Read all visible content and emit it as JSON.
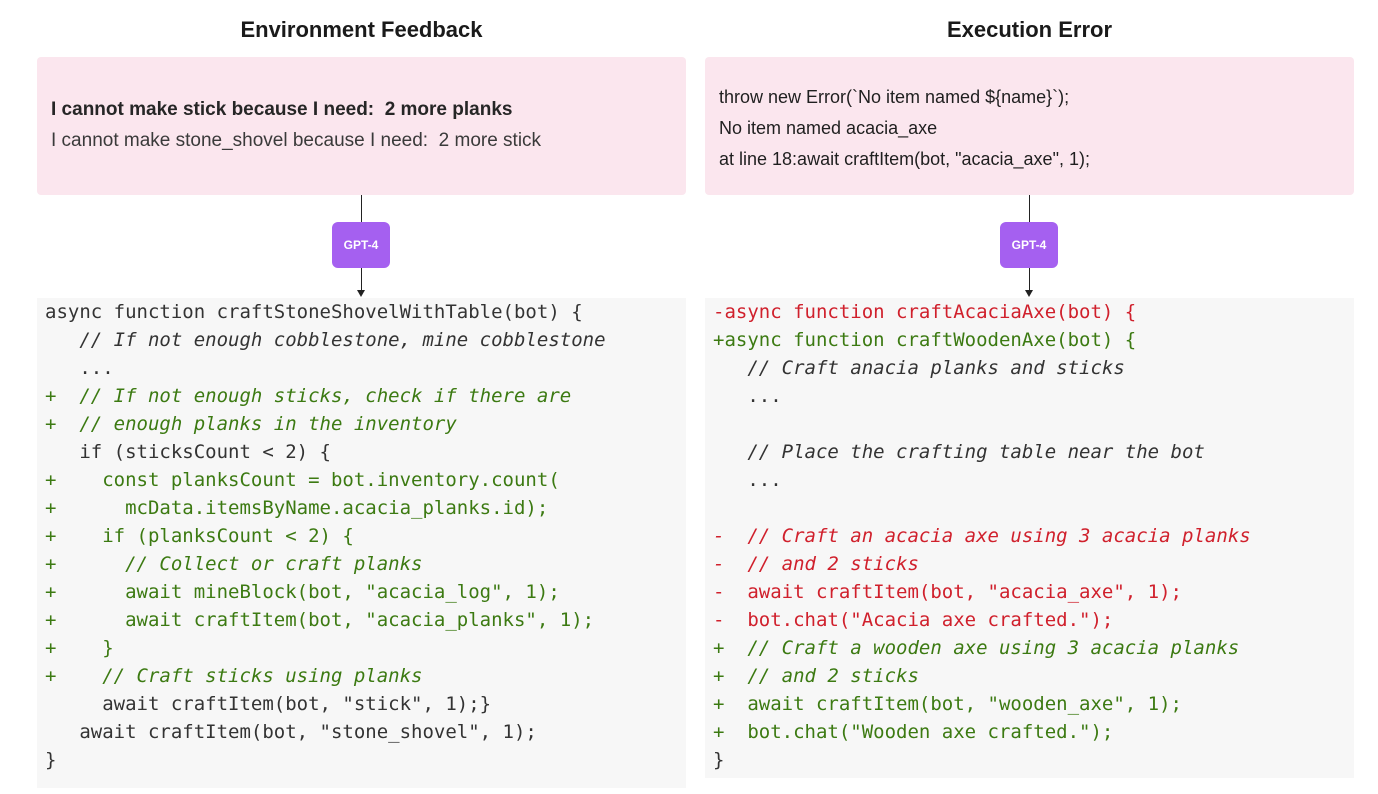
{
  "left": {
    "title": "Environment Feedback",
    "feedback": [
      {
        "text": "I cannot make stick because I need:  2 more planks",
        "bold": true
      },
      {
        "text": "I cannot make stone_shovel because I need:  2 more stick",
        "bold": false
      }
    ],
    "badge": "GPT-4",
    "code": [
      {
        "text": "async function craftStoneShovelWithTable(bot) {",
        "kind": "normal",
        "comment": false
      },
      {
        "text": "   // If not enough cobblestone, mine cobblestone",
        "kind": "normal",
        "comment": true
      },
      {
        "text": "   ...",
        "kind": "normal",
        "comment": false
      },
      {
        "text": "+  // If not enough sticks, check if there are",
        "kind": "add",
        "comment": true
      },
      {
        "text": "+  // enough planks in the inventory",
        "kind": "add",
        "comment": true
      },
      {
        "text": "   if (sticksCount < 2) {",
        "kind": "normal",
        "comment": false
      },
      {
        "text": "+    const planksCount = bot.inventory.count(",
        "kind": "add",
        "comment": false
      },
      {
        "text": "+      mcData.itemsByName.acacia_planks.id);",
        "kind": "add",
        "comment": false
      },
      {
        "text": "+    if (planksCount < 2) {",
        "kind": "add",
        "comment": false
      },
      {
        "text": "+      // Collect or craft planks",
        "kind": "add",
        "comment": true
      },
      {
        "text": "+      await mineBlock(bot, \"acacia_log\", 1);",
        "kind": "add",
        "comment": false
      },
      {
        "text": "+      await craftItem(bot, \"acacia_planks\", 1);",
        "kind": "add",
        "comment": false
      },
      {
        "text": "+    }",
        "kind": "add",
        "comment": false
      },
      {
        "text": "+    // Craft sticks using planks",
        "kind": "add",
        "comment": true
      },
      {
        "text": "     await craftItem(bot, \"stick\", 1);}",
        "kind": "normal",
        "comment": false
      },
      {
        "text": "   await craftItem(bot, \"stone_shovel\", 1);",
        "kind": "normal",
        "comment": false
      },
      {
        "text": "}",
        "kind": "normal",
        "comment": false
      }
    ]
  },
  "right": {
    "title": "Execution Error",
    "error": [
      "throw new Error(`No item named ${name}`);",
      "No item named acacia_axe",
      "at line 18:await craftItem(bot, \"acacia_axe\", 1);"
    ],
    "badge": "GPT-4",
    "code": [
      {
        "text": "-async function craftAcaciaAxe(bot) {",
        "kind": "del",
        "comment": false
      },
      {
        "text": "+async function craftWoodenAxe(bot) {",
        "kind": "add",
        "comment": false
      },
      {
        "text": "   // Craft anacia planks and sticks",
        "kind": "normal",
        "comment": true
      },
      {
        "text": "   ...",
        "kind": "normal",
        "comment": false
      },
      {
        "text": "",
        "kind": "normal",
        "comment": false
      },
      {
        "text": "   // Place the crafting table near the bot",
        "kind": "normal",
        "comment": true
      },
      {
        "text": "   ...",
        "kind": "normal",
        "comment": false
      },
      {
        "text": "",
        "kind": "normal",
        "comment": false
      },
      {
        "text": "-  // Craft an acacia axe using 3 acacia planks",
        "kind": "del",
        "comment": true
      },
      {
        "text": "-  // and 2 sticks",
        "kind": "del",
        "comment": true
      },
      {
        "text": "-  await craftItem(bot, \"acacia_axe\", 1);",
        "kind": "del",
        "comment": false
      },
      {
        "text": "-  bot.chat(\"Acacia axe crafted.\");",
        "kind": "del",
        "comment": false
      },
      {
        "text": "+  // Craft a wooden axe using 3 acacia planks",
        "kind": "add",
        "comment": true
      },
      {
        "text": "+  // and 2 sticks",
        "kind": "add",
        "comment": true
      },
      {
        "text": "+  await craftItem(bot, \"wooden_axe\", 1);",
        "kind": "add",
        "comment": false
      },
      {
        "text": "+  bot.chat(\"Wooden axe crafted.\");",
        "kind": "add",
        "comment": false
      },
      {
        "text": "}",
        "kind": "normal",
        "comment": false
      }
    ]
  }
}
